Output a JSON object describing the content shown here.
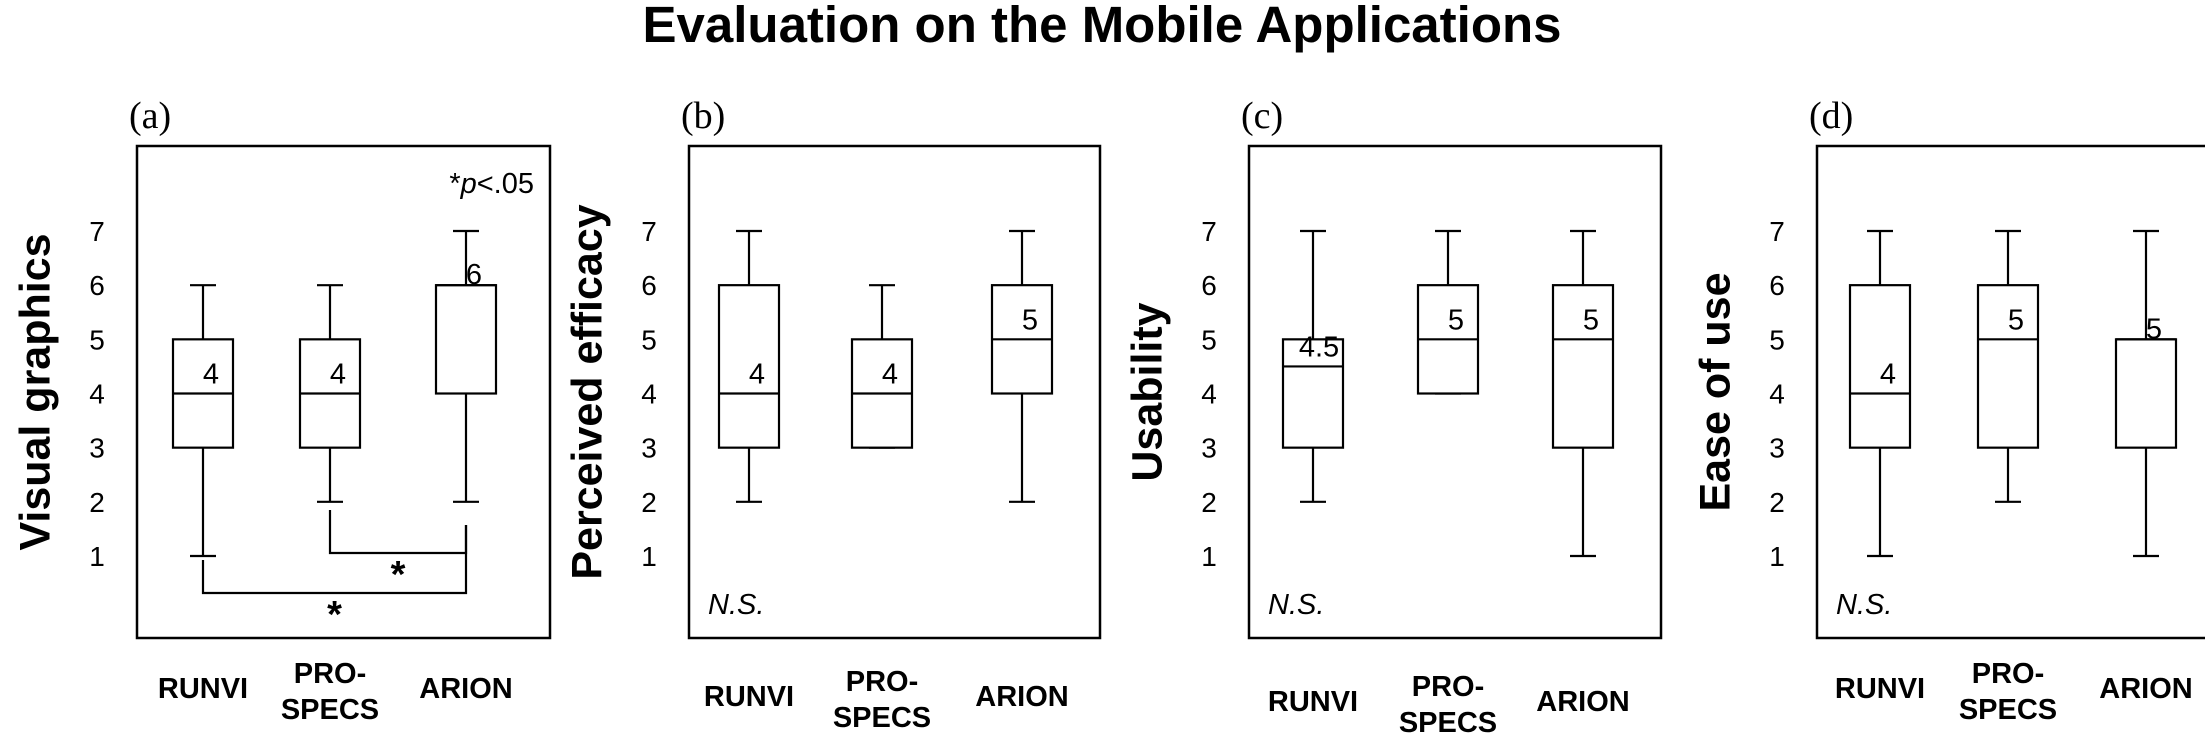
{
  "title": "Evaluation on the Mobile Applications",
  "chart_data": [
    {
      "type": "box",
      "panel": "(a)",
      "ylabel": "Visual graphics",
      "categories": [
        "RUNVI",
        "PRO-\nSPECS",
        "ARION"
      ],
      "yticks": [
        1,
        2,
        3,
        4,
        5,
        6,
        7
      ],
      "boxes": [
        {
          "min": 1,
          "q1": 3,
          "median": 4,
          "q3": 5,
          "max": 6,
          "label": "4"
        },
        {
          "min": 2,
          "q1": 3,
          "median": 4,
          "q3": 5,
          "max": 6,
          "label": "4"
        },
        {
          "min": 2,
          "q1": 4,
          "median": 6,
          "q3": 6,
          "max": 7,
          "label": "6"
        }
      ],
      "annotation": "*p<.05",
      "significance": [
        {
          "pair": [
            1,
            2
          ],
          "symbol": "*"
        },
        {
          "pair": [
            0,
            2
          ],
          "symbol": "*"
        }
      ]
    },
    {
      "type": "box",
      "panel": "(b)",
      "ylabel": "Perceived efficacy",
      "categories": [
        "RUNVI",
        "PRO-\nSPECS",
        "ARION"
      ],
      "yticks": [
        1,
        2,
        3,
        4,
        5,
        6,
        7
      ],
      "boxes": [
        {
          "min": 2,
          "q1": 3,
          "median": 4,
          "q3": 6,
          "max": 7,
          "label": "4"
        },
        {
          "min": 3,
          "q1": 3,
          "median": 4,
          "q3": 5,
          "max": 6,
          "label": "4"
        },
        {
          "min": 2,
          "q1": 4,
          "median": 5,
          "q3": 6,
          "max": 7,
          "label": "5"
        }
      ],
      "note": "N.S."
    },
    {
      "type": "box",
      "panel": "(c)",
      "ylabel": "Usability",
      "categories": [
        "RUNVI",
        "PRO-\nSPECS",
        "ARION"
      ],
      "yticks": [
        1,
        2,
        3,
        4,
        5,
        6,
        7
      ],
      "boxes": [
        {
          "min": 2,
          "q1": 3,
          "median": 4.5,
          "q3": 5,
          "max": 7,
          "label": "4.5"
        },
        {
          "min": 4,
          "q1": 4,
          "median": 5,
          "q3": 6,
          "max": 7,
          "label": "5"
        },
        {
          "min": 1,
          "q1": 3,
          "median": 5,
          "q3": 6,
          "max": 7,
          "label": "5"
        }
      ],
      "note": "N.S."
    },
    {
      "type": "box",
      "panel": "(d)",
      "ylabel": "Ease of use",
      "categories": [
        "RUNVI",
        "PRO-\nSPECS",
        "ARION"
      ],
      "yticks": [
        1,
        2,
        3,
        4,
        5,
        6,
        7
      ],
      "boxes": [
        {
          "min": 1,
          "q1": 3,
          "median": 4,
          "q3": 6,
          "max": 7,
          "label": "4"
        },
        {
          "min": 2,
          "q1": 3,
          "median": 5,
          "q3": 6,
          "max": 7,
          "label": "5"
        },
        {
          "min": 1,
          "q1": 3,
          "median": 5,
          "q3": 5,
          "max": 7,
          "label": "5"
        }
      ],
      "note": "N.S."
    }
  ]
}
